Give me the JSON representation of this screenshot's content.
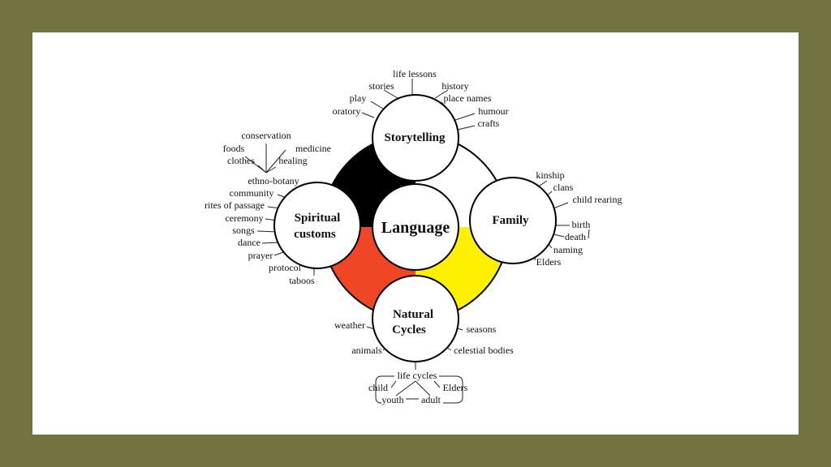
{
  "diagram": {
    "center": "Language",
    "storytelling": {
      "title": "Storytelling",
      "items": [
        "life lessons",
        "stories",
        "history",
        "play",
        "place names",
        "oratory",
        "humour",
        "crafts"
      ]
    },
    "family": {
      "title": "Family",
      "items": [
        "kinship",
        "clans",
        "child rearing",
        "birth",
        "death",
        "naming",
        "Elders"
      ]
    },
    "spiritual": {
      "title1": "Spiritual",
      "title2": "customs",
      "items": [
        "conservation",
        "foods",
        "medicine",
        "clothes",
        "healing",
        "ethno-botany",
        "community",
        "rites of passage",
        "ceremony",
        "songs",
        "dance",
        "prayer",
        "protocol",
        "taboos"
      ]
    },
    "natural": {
      "title1": "Natural",
      "title2": "Cycles",
      "items": [
        "weather",
        "seasons",
        "animals",
        "celestial bodies",
        "life cycles",
        "child",
        "Elders",
        "youth",
        "adult"
      ]
    }
  },
  "colors": {
    "background": "#737342",
    "north_west": "#000000",
    "north_east": "#ffffff",
    "south_west": "#ef4626",
    "south_east": "#fff000"
  }
}
